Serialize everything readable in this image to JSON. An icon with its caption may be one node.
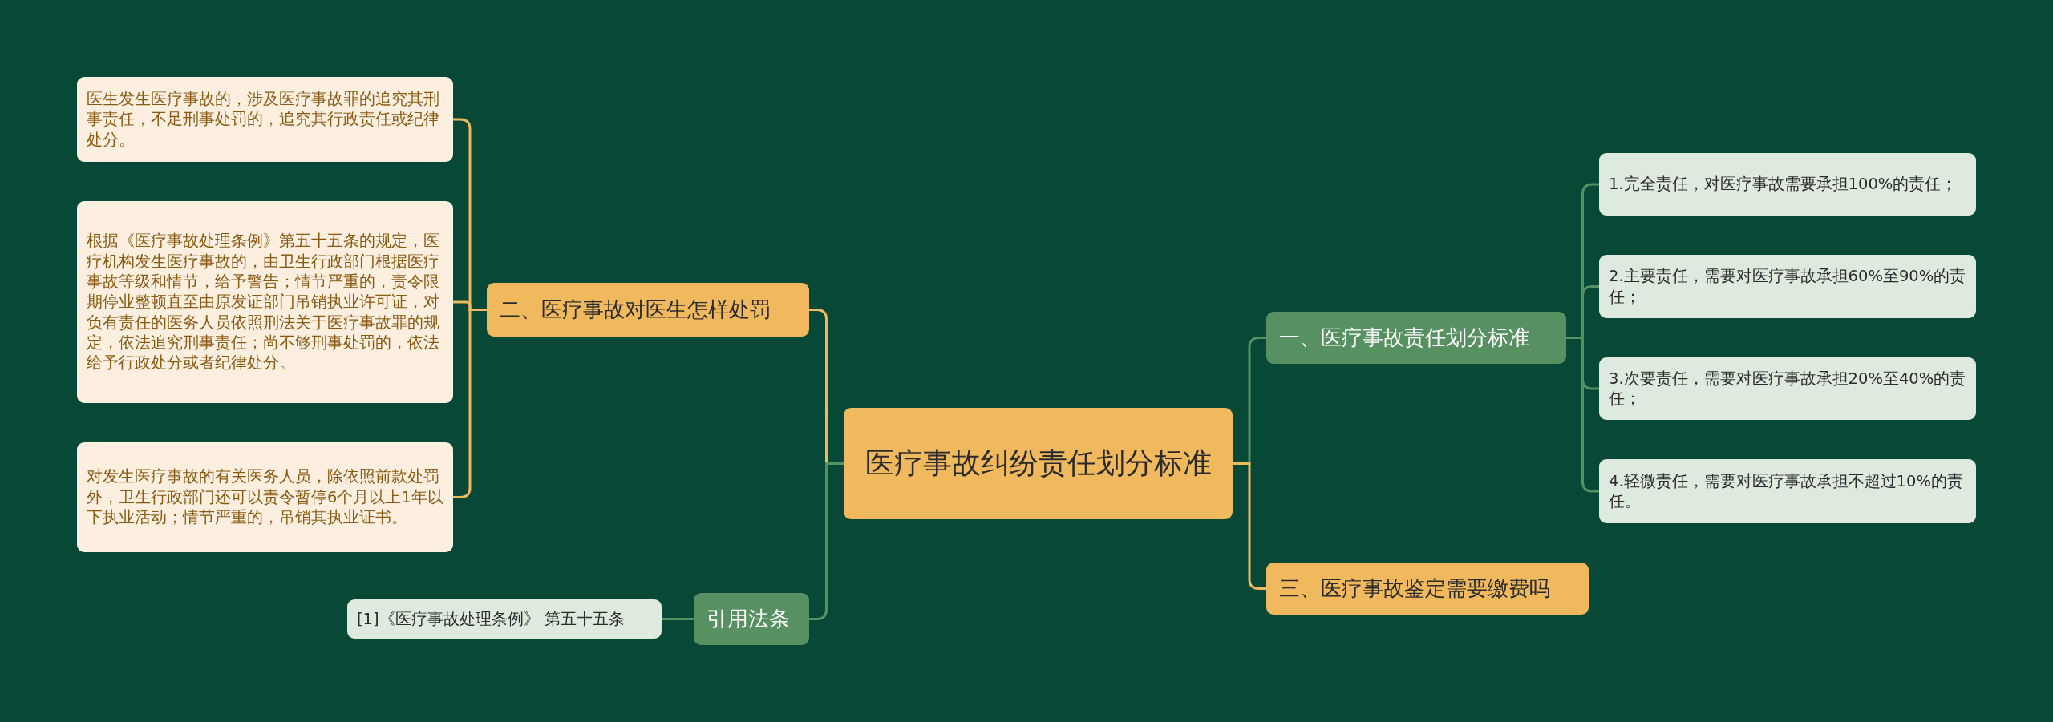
{
  "diagram": {
    "nodes": [
      {
        "text": [
          "医疗事故纠纷责任划分标准"
        ]
      },
      {
        "text": [
          "二、医疗事故对医生怎样处罚"
        ]
      },
      {
        "text": [
          "医生发生医疗事故的，涉及医疗事故罪的追究其刑事责任，不足刑事处罚的，追究其行政责任或纪律处分。"
        ]
      },
      {
        "text": [
          "根据《医疗事故处理条例》第五十五条的规定，医疗机构发生医疗事故的，由卫生行政部门根据医疗事故等级和情节，给予警告；情节严重的，责令限期停业整顿直至由原发证部门吊销执业许可证，对负有责任的医务人员依照刑法关于医疗事故罪的规定，依法追究刑事责任；尚不够刑事处罚的，依法给予行政处分或者纪律处分。"
        ]
      },
      {
        "text": [
          "对发生医疗事故的有关医务人员，除依照前款处罚外，卫生行政部门还可以责令暂停6个月以上1年以下执业活动；情节严重的，吊销其执业证书。"
        ]
      },
      {
        "text": [
          "引用法条"
        ]
      },
      {
        "text": [
          "[1]《医疗事故处理条例》 第五十五条"
        ]
      },
      {
        "text": [
          "一、医疗事故责任划分标准"
        ]
      },
      {
        "text": [
          "1.完全责任，对医疗事故需要承担100%的责任；"
        ]
      },
      {
        "text": [
          "2.主要责任，需要对医疗事故承担60%至90%的责任；"
        ]
      },
      {
        "text": [
          "3.次要责任，需要对医疗事故承担20%至40%的责任；"
        ]
      },
      {
        "text": [
          "4.轻微责任，需要对医疗事故承担不超过10%的责任。"
        ]
      },
      {
        "text": [
          "三、医疗事故鉴定需要缴费吗"
        ]
      }
    ],
    "edges": [
      {
        "from": 0,
        "to": 1,
        "arrow": "none",
        "color": "#f0b95e"
      },
      {
        "from": 1,
        "to": 2,
        "arrow": "none",
        "color": "#f0b95e"
      },
      {
        "from": 1,
        "to": 3,
        "arrow": "none",
        "color": "#f0b95e"
      },
      {
        "from": 1,
        "to": 4,
        "arrow": "none",
        "color": "#f0b95e"
      },
      {
        "from": 0,
        "to": 5,
        "arrow": "none"
      },
      {
        "from": 5,
        "to": 6,
        "arrow": "none"
      },
      {
        "from": 0,
        "to": 7,
        "arrow": "none"
      },
      {
        "from": 7,
        "to": 8,
        "arrow": "none"
      },
      {
        "from": 7,
        "to": 9,
        "arrow": "none"
      },
      {
        "from": 7,
        "to": 10,
        "arrow": "none"
      },
      {
        "from": 7,
        "to": 11,
        "arrow": "none"
      },
      {
        "from": 0,
        "to": 12,
        "arrow": "none",
        "color": "#f0b95e"
      }
    ]
  }
}
